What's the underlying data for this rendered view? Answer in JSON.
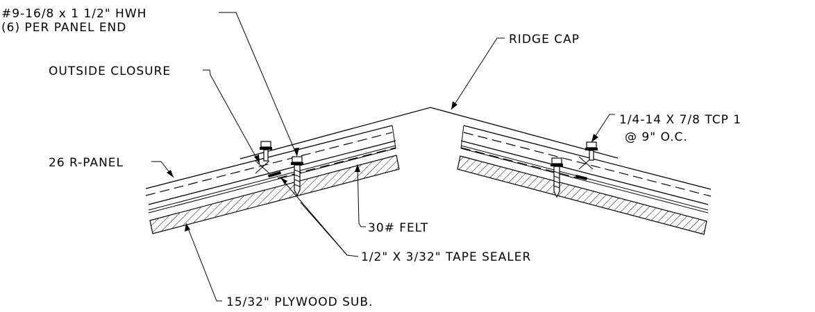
{
  "labels": {
    "hwh_screw_line1": "#9-16/8 x 1 1/2\" HWH",
    "hwh_screw_line2": "(6) PER PANEL END",
    "ridge_cap": "RIDGE CAP",
    "outside_closure": "OUTSIDE CLOSURE",
    "tcp_line1": "1/4-14 X 7/8 TCP 1",
    "tcp_line2": "@ 9\" O.C.",
    "r_panel": "26 R-PANEL",
    "felt": "30# FELT",
    "tape_sealer": "1/2\" X 3/32\" TAPE SEALER",
    "plywood": "15/32\" PLYWOOD SUB."
  }
}
